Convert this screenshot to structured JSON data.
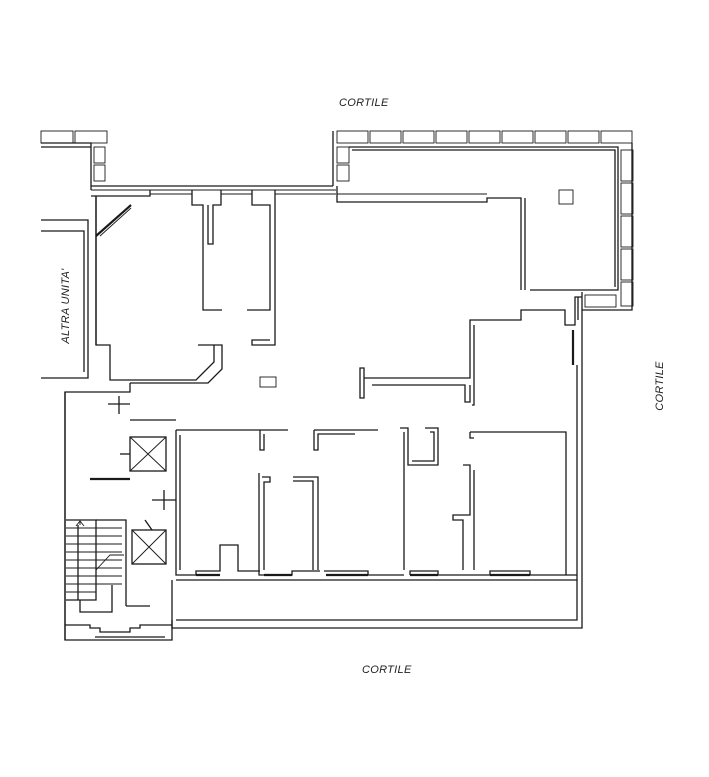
{
  "labels": {
    "top": "CORTILE",
    "bottom": "CORTILE",
    "right": "CORTILE",
    "left": "ALTRA UNITA'"
  }
}
